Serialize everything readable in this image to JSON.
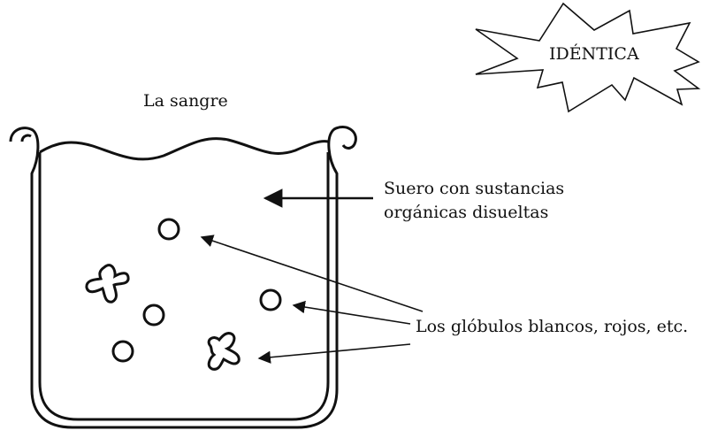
{
  "diagram": {
    "title": "La sangre",
    "stamp": "IDÉNTICA",
    "labels": {
      "serum": [
        "Suero con sustancias",
        "orgánicas disueltas"
      ],
      "cells": "Los glóbulos blancos, rojos, etc."
    },
    "cell_types": [
      "red-cell-circle",
      "white-cell-trefoil"
    ]
  }
}
